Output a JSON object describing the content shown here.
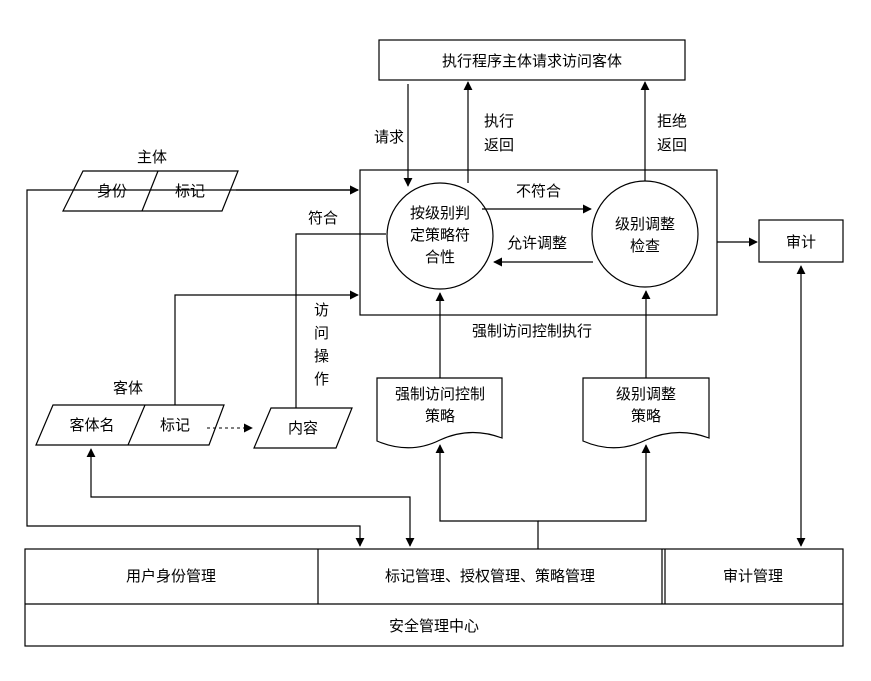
{
  "top_box": "执行程序主体请求访问客体",
  "labels": {
    "request": "请求",
    "exec_return_1": "执行",
    "exec_return_2": "返回",
    "reject_return_1": "拒绝",
    "reject_return_2": "返回",
    "subject": "主体",
    "identity": "身份",
    "mark": "标记",
    "conform": "符合",
    "not_conform": "不符合",
    "allow_adjust": "允许调整",
    "access_op": [
      "访",
      "问",
      "操",
      "作"
    ],
    "object": "客体",
    "object_name": "客体名",
    "object_mark": "标记",
    "content": "内容",
    "mac_exec": "强制访问控制执行",
    "audit": "审计"
  },
  "circles": {
    "judge": [
      "按级别判",
      "定策略符",
      "合性"
    ],
    "adjust": [
      "级别调整",
      "检查"
    ]
  },
  "documents": {
    "mac_policy": [
      "强制访问控制",
      "策略"
    ],
    "level_policy": [
      "级别调整",
      "策略"
    ]
  },
  "bottom": {
    "user_identity": "用户身份管理",
    "mark_auth_policy": "标记管理、授权管理、策略管理",
    "audit_mgmt": "审计管理",
    "center": "安全管理中心"
  }
}
